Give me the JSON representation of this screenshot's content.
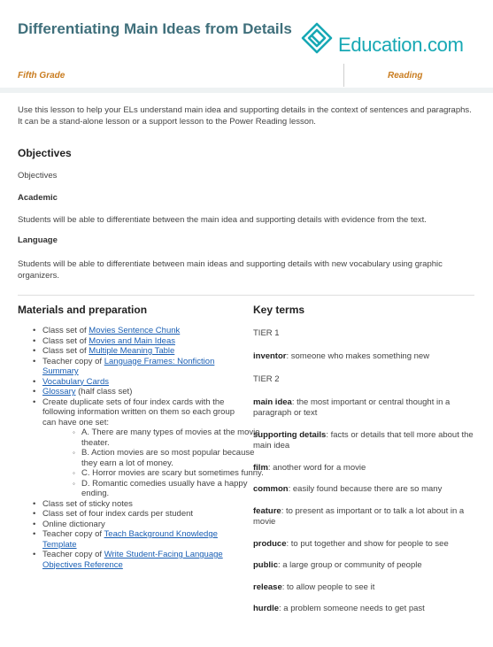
{
  "header": {
    "title": "Differentiating Main Ideas from Details",
    "logo_text": "Education.com",
    "grade": "Fifth Grade",
    "subject": "Reading"
  },
  "intro": "Use this lesson to help your ELs understand main idea and supporting details in the context of sentences and paragraphs. It can be a stand-alone lesson or a support lesson to the Power Reading lesson.",
  "objectives": {
    "heading": "Objectives",
    "subheading": "Objectives",
    "academic_heading": "Academic",
    "academic_text": "Students will be able to differentiate between the main idea and supporting details with evidence from the text.",
    "language_heading": "Language",
    "language_text": "Students will be able to differentiate between main ideas and supporting details with new vocabulary using graphic organizers."
  },
  "materials": {
    "heading": "Materials and preparation",
    "items": [
      {
        "prefix": "Class set of ",
        "link": "Movies Sentence Chunk",
        "suffix": ""
      },
      {
        "prefix": "Class set of ",
        "link": "Movies and Main Ideas",
        "suffix": ""
      },
      {
        "prefix": "Class set of ",
        "link": "Multiple Meaning Table",
        "suffix": ""
      },
      {
        "prefix": "Teacher copy of ",
        "link": "Language Frames: Nonfiction Summary",
        "suffix": ""
      },
      {
        "prefix": "",
        "link": "Vocabulary Cards",
        "suffix": ""
      },
      {
        "prefix": "",
        "link": "Glossary",
        "suffix": " (half class set)"
      },
      {
        "prefix": "Create duplicate sets of four index cards with the following information written on them so each group can have one set:",
        "link": "",
        "suffix": ""
      },
      {
        "prefix": "Class set of sticky notes",
        "link": "",
        "suffix": ""
      },
      {
        "prefix": "Class set of four index cards per student",
        "link": "",
        "suffix": ""
      },
      {
        "prefix": "Online dictionary",
        "link": "",
        "suffix": ""
      },
      {
        "prefix": "Teacher copy of ",
        "link": "Teach Background Knowledge Template",
        "suffix": ""
      },
      {
        "prefix": "Teacher copy of ",
        "link": "Write Student-Facing Language Objectives Reference",
        "suffix": ""
      }
    ],
    "index_cards": [
      "A. There are many types of movies at the movie theater.",
      "B. Action movies are so most popular because they earn a lot of money.",
      "C. Horror movies are scary but sometimes funny.",
      "D. Romantic comedies usually have a happy ending."
    ]
  },
  "key_terms": {
    "heading": "Key terms",
    "tier1_label": "TIER 1",
    "tier2_label": "TIER 2",
    "tier1": [
      {
        "term": "inventor",
        "definition": ": someone who makes something new"
      }
    ],
    "tier2": [
      {
        "term": "main idea",
        "definition": ": the most important or central thought in a paragraph or text"
      },
      {
        "term": "supporting details",
        "definition": ": facts or details that tell more about the main idea"
      },
      {
        "term": "film",
        "definition": ": another word for a movie"
      },
      {
        "term": "common",
        "definition": ": easily found because there are so many"
      },
      {
        "term": "feature",
        "definition": ": to present as important or to talk a lot about in a movie"
      },
      {
        "term": "produce",
        "definition": ": to put together and show for people to see"
      },
      {
        "term": "public",
        "definition": ": a large group or community of people"
      },
      {
        "term": "release",
        "definition": ": to allow people to see it"
      },
      {
        "term": "hurdle",
        "definition": ": a problem someone needs to get past"
      }
    ]
  },
  "colors": {
    "title": "#3f6f7b",
    "logo": "#17a8b4",
    "meta": "#c97c1f",
    "link": "#1a5fb4"
  }
}
